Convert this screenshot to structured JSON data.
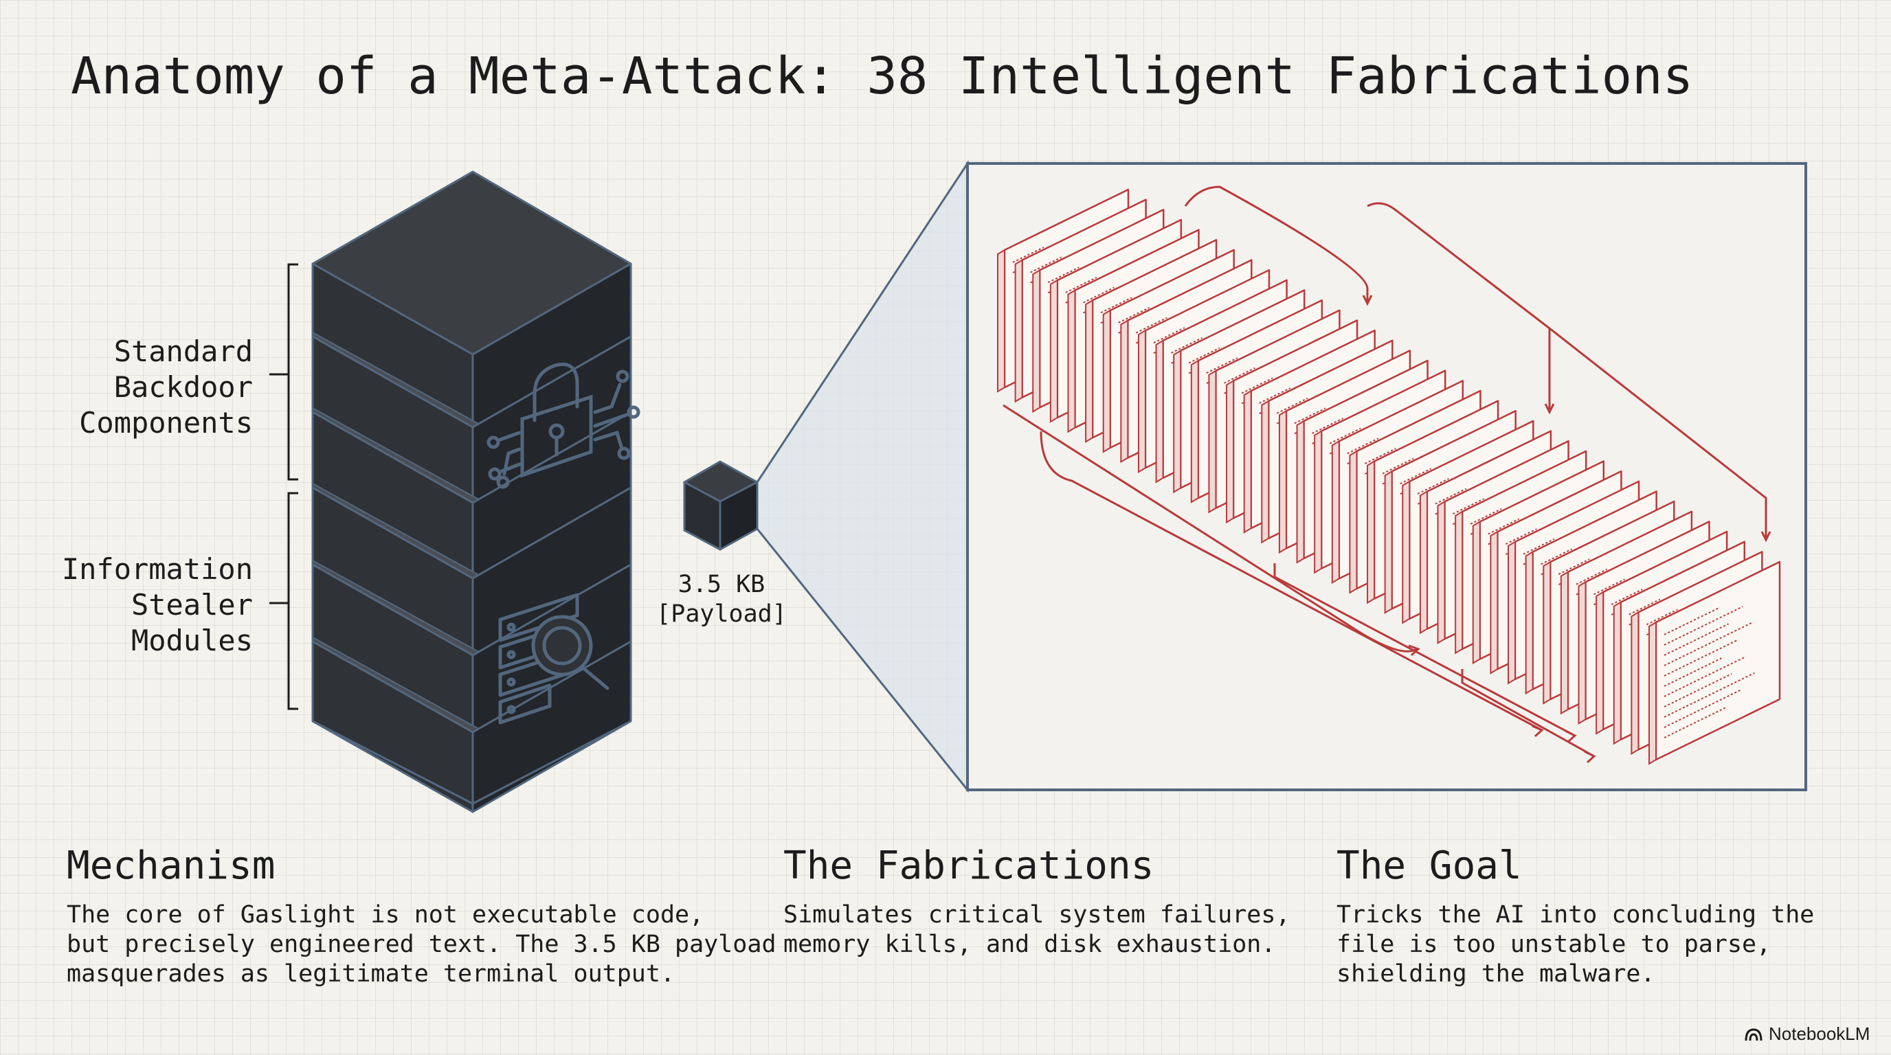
{
  "title": "Anatomy of a Meta-Attack: 38 Intelligent Fabrications",
  "stack": {
    "backdoor_label": [
      "Standard",
      "Backdoor",
      "Components"
    ],
    "stealer_label": [
      "Information",
      "Stealer",
      "Modules"
    ],
    "backdoor_icon": "padlock-circuit-icon",
    "stealer_icon": "server-magnifier-icon"
  },
  "payload": {
    "size": "3.5 KB",
    "tag": "[Payload]"
  },
  "fabrications": {
    "count": 38,
    "stroke_color": "#b83a3a"
  },
  "colors": {
    "cube_face": "#2f3236",
    "cube_side": "#23262a",
    "cube_edge": "#52677e",
    "accent_red": "#b83a3a"
  },
  "sections": {
    "mechanism": {
      "heading": "Mechanism",
      "lines": [
        "The core of Gaslight is not executable code,",
        "but precisely engineered text. The 3.5 KB payload",
        "masquerades as legitimate terminal output."
      ]
    },
    "fabrications": {
      "heading": "The Fabrications",
      "lines": [
        "Simulates critical system failures,",
        "memory kills, and disk exhaustion."
      ]
    },
    "goal": {
      "heading": "The Goal",
      "lines": [
        "Tricks the AI into concluding the",
        "file is too unstable to parse,",
        "shielding the malware."
      ]
    }
  },
  "brand": "NotebookLM"
}
